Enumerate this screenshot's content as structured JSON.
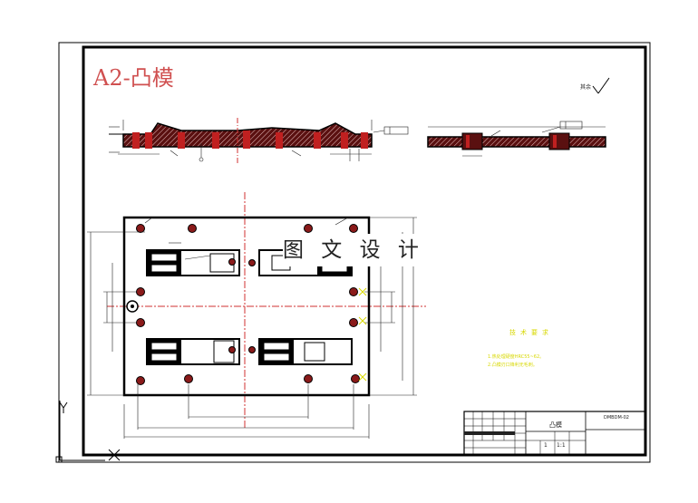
{
  "drawing": {
    "title": "A2-凸模",
    "watermark": "图 文 设 计",
    "roughness_mark": "其余",
    "tech_requirements_title": "技术要求",
    "tech_requirements": [
      "1.热处理硬度HRC55~62。",
      "2.凸模刃口锋利无毛刺。"
    ],
    "title_block": {
      "part_name": "凸模",
      "drawing_no": "DMBDM-02",
      "scale": "1:1",
      "qty": "1"
    },
    "colors": {
      "frame": "#000000",
      "part_fill": "#7a1818",
      "center_line": "#d03030",
      "dimension": "#222222",
      "notes": "#d8d800"
    }
  }
}
